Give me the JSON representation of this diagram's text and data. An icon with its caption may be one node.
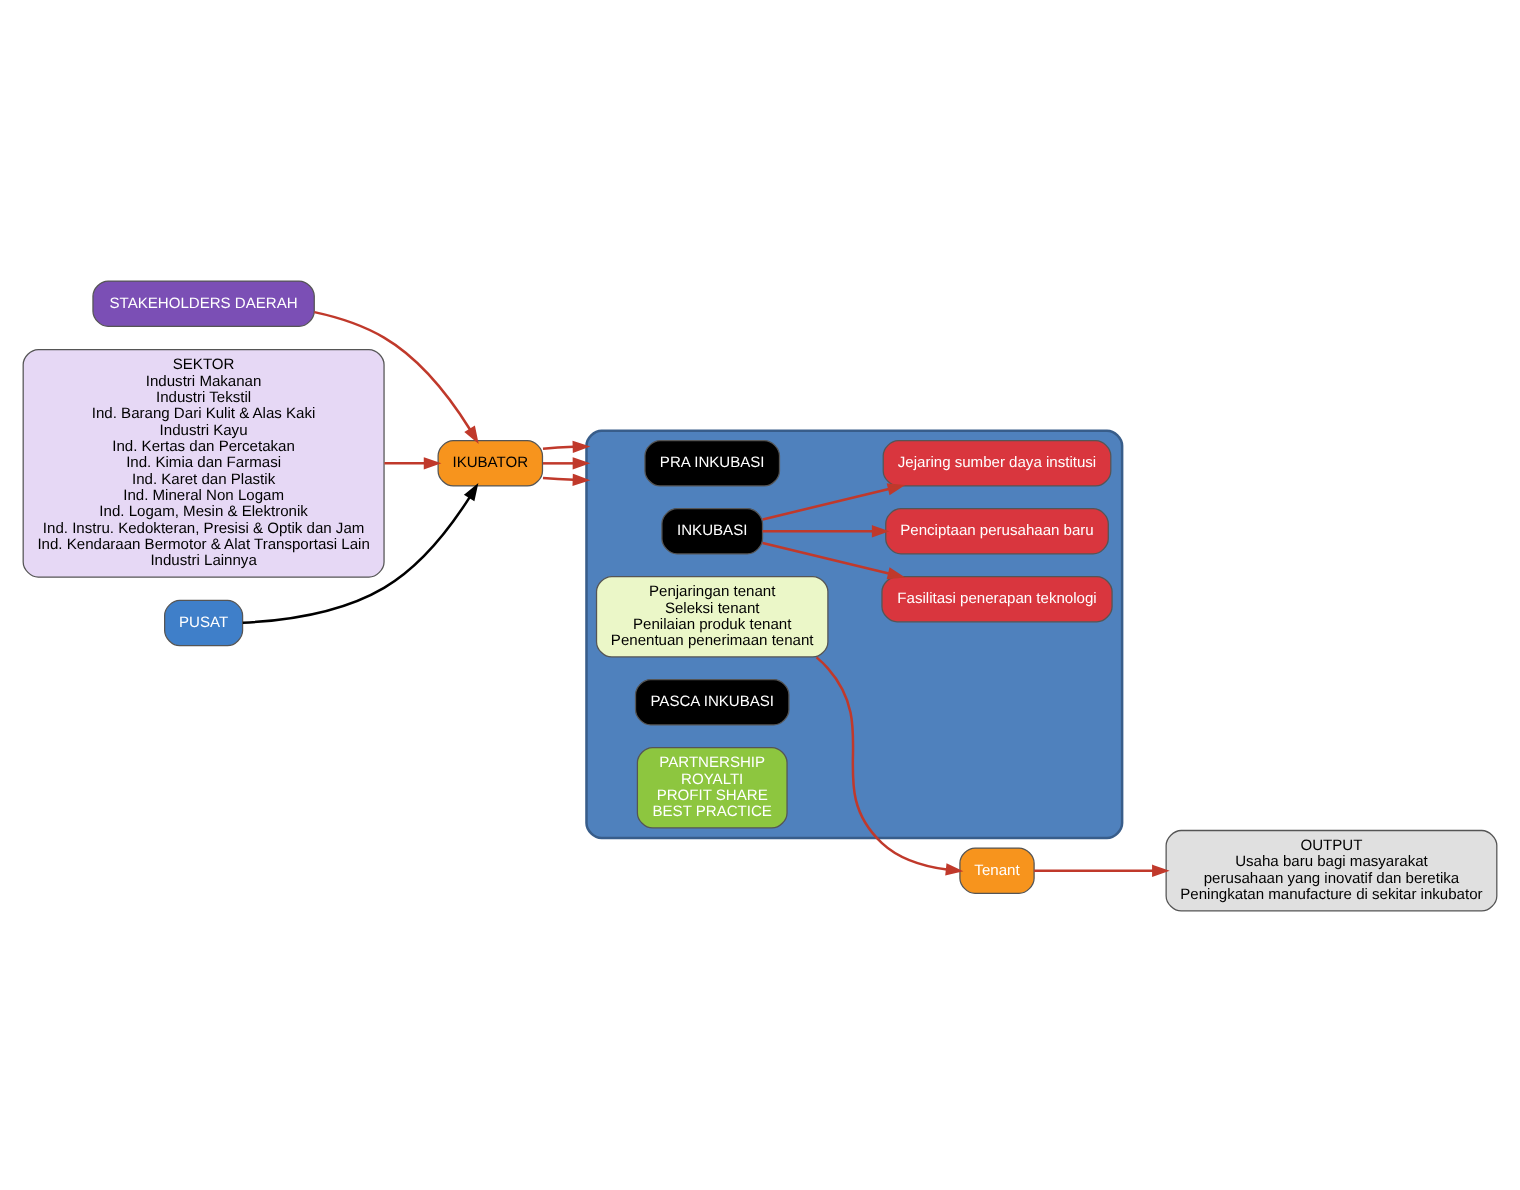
{
  "diagram": {
    "nodes": [
      {
        "text": [
          "STAKEHOLDERS DAERAH"
        ]
      },
      {
        "text": [
          "SEKTOR",
          "Industri Makanan",
          "Industri Tekstil",
          "Ind. Barang Dari Kulit & Alas Kaki",
          "Industri Kayu",
          "Ind. Kertas dan Percetakan",
          "Ind. Kimia dan Farmasi",
          "Ind. Karet dan Plastik",
          "Ind. Mineral Non Logam",
          "Ind. Logam, Mesin & Elektronik",
          "Ind. Instru. Kedokteran, Presisi & Optik dan Jam",
          "Ind. Kendaraan Bermotor & Alat Transportasi Lain",
          "Industri Lainnya"
        ]
      },
      {
        "text": [
          "IKUBATOR"
        ]
      },
      {
        "text": [],
        "shape": "box"
      },
      {
        "text": [
          "PRA INKUBASI"
        ],
        "in": 3
      },
      {
        "text": [
          "Penjaringan tenant",
          "Seleksi tenant",
          "Penilaian produk tenant",
          "Penentuan penerimaan tenant"
        ],
        "in": 3
      },
      {
        "text": [
          "INKUBASI"
        ],
        "in": 3
      },
      {
        "text": [
          "Fasilitasi penerapan teknologi"
        ],
        "in": 3
      },
      {
        "text": [
          "Penciptaan perusahaan baru"
        ],
        "in": 3
      },
      {
        "text": [
          "Jejaring sumber daya institusi"
        ],
        "in": 3
      },
      {
        "text": [
          "PASCA INKUBASI"
        ],
        "in": 3
      },
      {
        "text": [
          "PARTNERSHIP",
          "ROYALTI",
          "PROFIT SHARE",
          "BEST PRACTICE"
        ],
        "in": 3
      },
      {
        "text": [
          "Tenant"
        ]
      },
      {
        "text": [
          "OUTPUT",
          "Usaha baru bagi masyarakat",
          "perusahaan yang inovatif dan beretika",
          "Peningkatan manufacture di sekitar inkubator"
        ]
      },
      {
        "text": [
          "PUSAT"
        ]
      }
    ],
    "edges": [
      {
        "from": 0,
        "to": 2,
        "arrow": "to"
      },
      {
        "from": 1,
        "to": 2,
        "arrow": "to"
      },
      {
        "from": 14,
        "to": 2,
        "arrow": "to",
        "color": "#000000"
      },
      {
        "from": 2,
        "to": 3,
        "arrow": "to"
      },
      {
        "from": 2,
        "to": 3,
        "arrow": "to"
      },
      {
        "from": 2,
        "to": 3,
        "arrow": "to"
      },
      {
        "from": 5,
        "to": 12,
        "arrow": "to"
      },
      {
        "from": 12,
        "to": 13,
        "arrow": "to"
      },
      {
        "from": 6,
        "to": 7,
        "arrow": "to"
      },
      {
        "from": 6,
        "to": 8,
        "arrow": "to"
      },
      {
        "from": 6,
        "to": 9,
        "arrow": "to"
      }
    ]
  }
}
